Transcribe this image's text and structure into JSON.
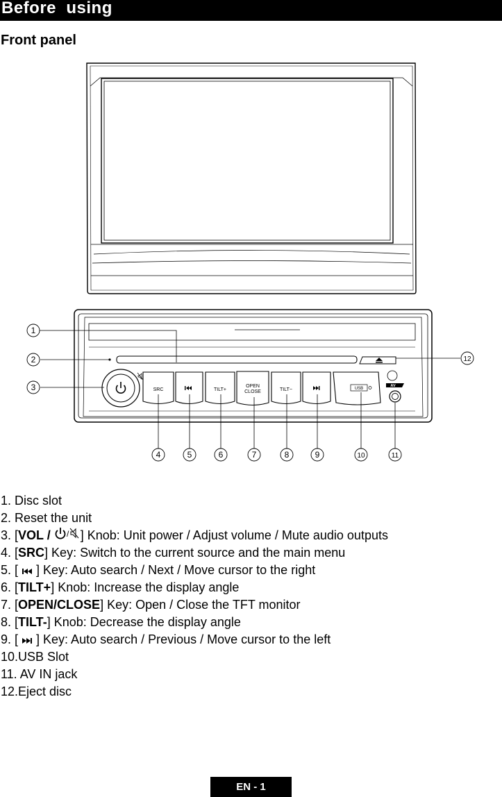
{
  "header": {
    "title": "Before  using"
  },
  "section": {
    "title": "Front panel"
  },
  "panel_buttons": {
    "src": "SRC",
    "tilt_plus": "TILT+",
    "open": "OPEN",
    "close": "CLOSE",
    "tilt_minus": "TILT−",
    "av": "AV",
    "usb": "USB"
  },
  "callouts": [
    "1",
    "2",
    "3",
    "4",
    "5",
    "6",
    "7",
    "8",
    "9",
    "10",
    "11",
    "12"
  ],
  "items": [
    {
      "num": "1.  ",
      "text": "Disc slot"
    },
    {
      "num": "2.  ",
      "text": "Reset the unit"
    },
    {
      "num": "3.  ",
      "pre": "[",
      "key": "VOL / ",
      "icon": "power-mute-icon",
      "post": "] Knob: Unit power / Adjust volume / Mute audio outputs"
    },
    {
      "num": "4.  ",
      "pre": "[",
      "key": "SRC",
      "post": "] Key: Switch to the current source and the main menu"
    },
    {
      "num": "5.  ",
      "pre": "[ ",
      "icon": "skip-back-icon",
      "post": " ] Key: Auto search / Next / Move cursor to the right"
    },
    {
      "num": "6.  ",
      "pre": "[",
      "key": "TILT+",
      "post": "] Knob: Increase the display angle"
    },
    {
      "num": "7.  ",
      "pre": "[",
      "key": "OPEN/CLOSE",
      "post": "] Key: Open / Close the TFT monitor"
    },
    {
      "num": "8.  ",
      "pre": "[",
      "key": "TILT-",
      "post": "] Knob: Decrease the display angle"
    },
    {
      "num": "9.  ",
      "pre": "[ ",
      "icon": "skip-forward-icon",
      "post": " ] Key: Auto search / Previous / Move cursor to the left"
    },
    {
      "num": "10.",
      "text": "USB Slot"
    },
    {
      "num": "11. ",
      "text": "AV IN jack"
    },
    {
      "num": "12.",
      "text": "Eject disc"
    }
  ],
  "footer": {
    "page_label": "EN - 1"
  }
}
